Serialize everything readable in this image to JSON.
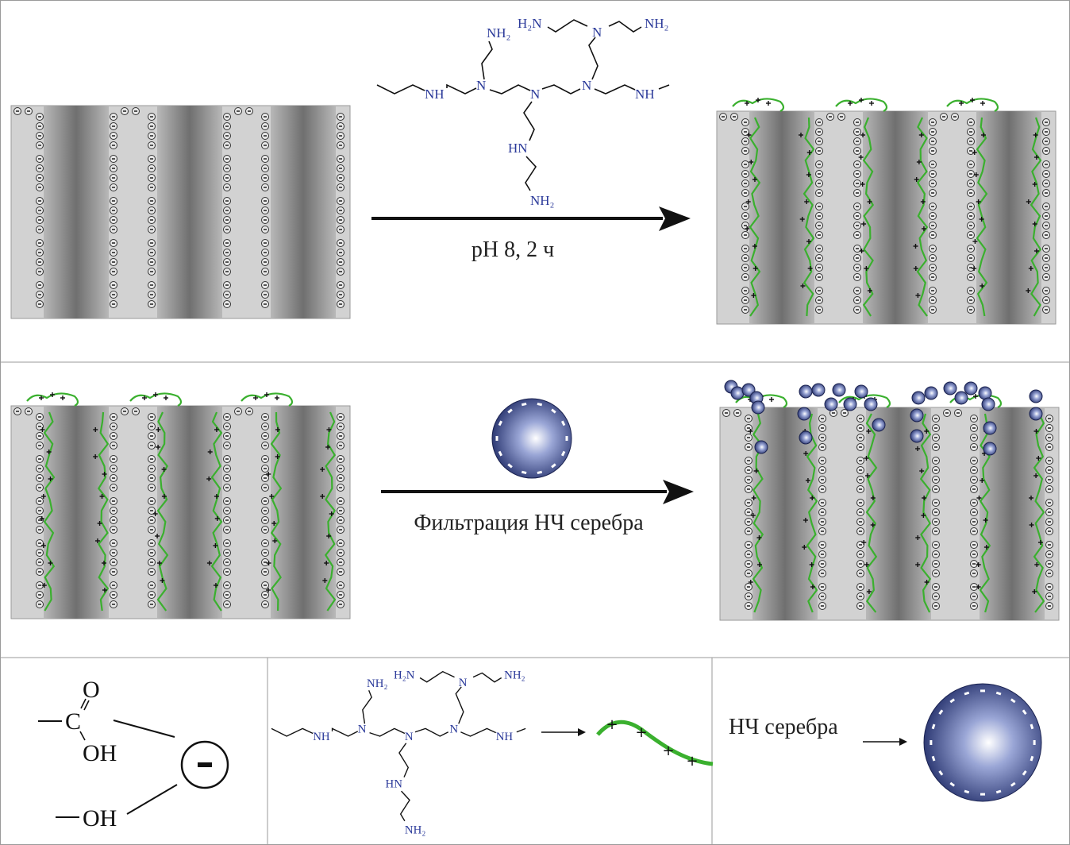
{
  "colors": {
    "border": "#9a9a9a",
    "membrane_light": "#d2d2d2",
    "pore_dark": "#7d7d7d",
    "polymer": "#3ab02e",
    "nanoparticle": "#2c3a7a",
    "molecule_text": "#2b3a9a"
  },
  "step1": {
    "condition": "pH 8, 2 ч"
  },
  "step2": {
    "condition": "Фильтрация НЧ серебра"
  },
  "pei": {
    "nh2": "NH₂",
    "h2n": "H₂N",
    "n": "N",
    "nh": "NH",
    "hn": "HN"
  },
  "legend": {
    "carboxyl": {
      "o": "O",
      "c": "C",
      "oh": "OH"
    },
    "hydroxyl": "OH",
    "negative_charge": "−",
    "positive_charge": "+",
    "silver_np_label": "НЧ серебра"
  }
}
